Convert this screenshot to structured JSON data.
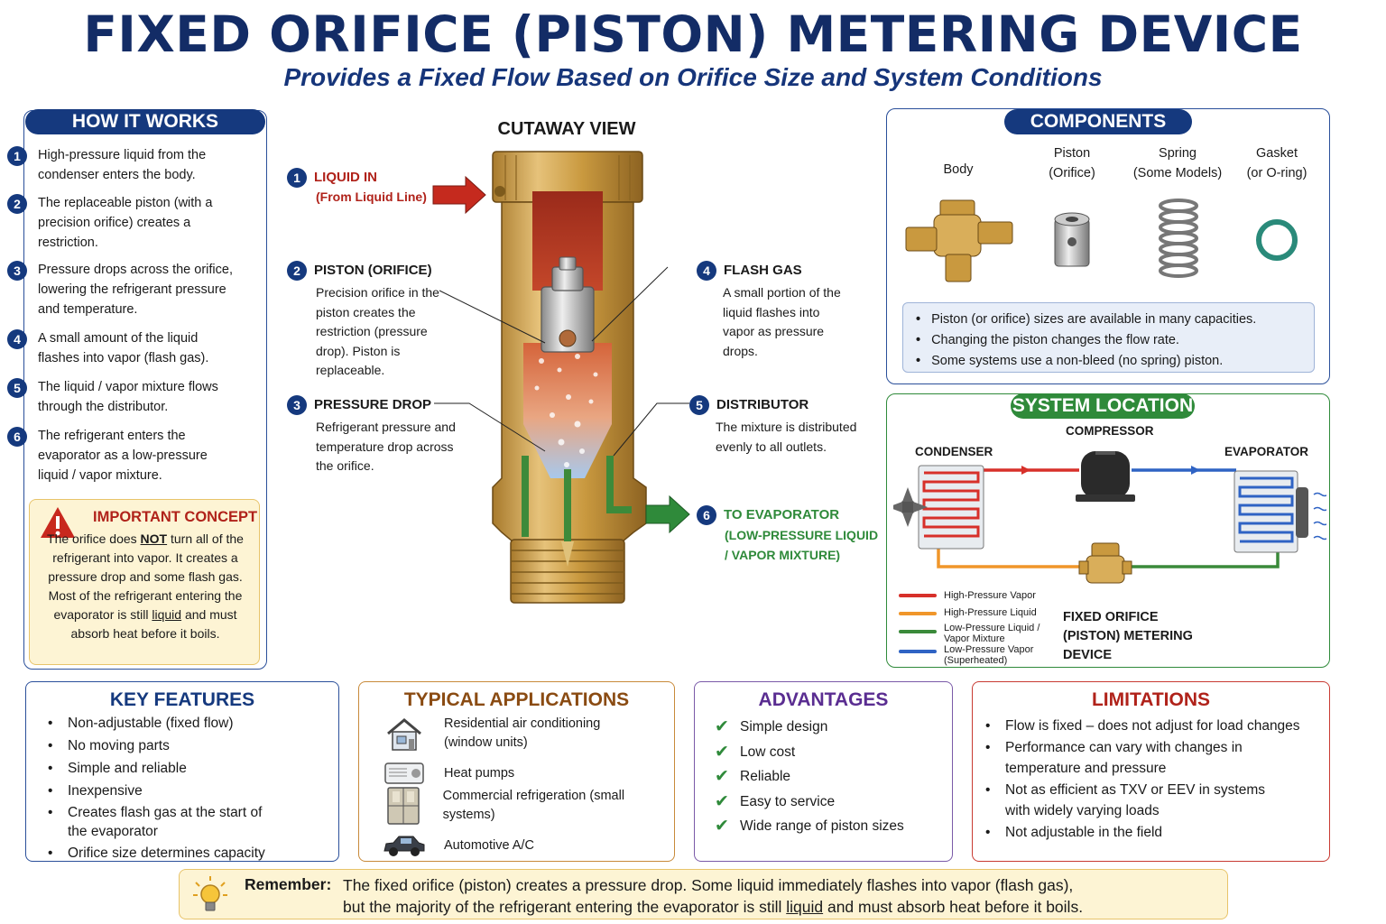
{
  "header": {
    "title": "FIXED ORIFICE (PISTON) METERING DEVICE",
    "subtitle": "Provides a Fixed Flow Based on Orifice Size and System Conditions"
  },
  "how_it_works": {
    "title": "HOW IT WORKS",
    "steps": [
      {
        "num": "1",
        "text": "High-pressure liquid from the condenser enters the body."
      },
      {
        "num": "2",
        "text": "The replaceable piston (with a precision orifice) creates a restriction."
      },
      {
        "num": "3",
        "text": "Pressure drops across the orifice, lowering the refrigerant pressure and temperature."
      },
      {
        "num": "4",
        "text": "A small amount of the liquid flashes into vapor (flash gas)."
      },
      {
        "num": "5",
        "text": "The liquid / vapor mixture flows through the distributor."
      },
      {
        "num": "6",
        "text": "The refrigerant enters the evaporator as a low-pressure liquid / vapor mixture."
      }
    ],
    "concept": {
      "title": "IMPORTANT CONCEPT",
      "t1": "The orifice does ",
      "t_not": "NOT",
      "t2": " turn all of the refrigerant into vapor. It creates a pressure drop and some flash gas. Most of the refrigerant entering the evaporator is still ",
      "t_liquid": "liquid",
      "t3": " and must absorb heat before it boils."
    }
  },
  "cutaway": {
    "title": "CUTAWAY VIEW",
    "callouts": [
      {
        "num": "1",
        "head": "LIQUID IN",
        "body": "(From Liquid Line)"
      },
      {
        "num": "2",
        "head": "PISTON (ORIFICE)",
        "body": "Precision orifice in the piston creates the restriction (pressure drop). Piston is replaceable."
      },
      {
        "num": "3",
        "head": "PRESSURE DROP",
        "body": "Refrigerant pressure and temperature drop across the orifice."
      },
      {
        "num": "4",
        "head": "FLASH GAS",
        "body": "A small portion of the liquid flashes into vapor as pressure drops."
      },
      {
        "num": "5",
        "head": "DISTRIBUTOR",
        "body": "The mixture is distributed evenly to all outlets."
      },
      {
        "num": "6",
        "head": "TO EVAPORATOR",
        "body": "(LOW-PRESSURE LIQUID / VAPOR MIXTURE)"
      }
    ]
  },
  "components": {
    "title": "COMPONENTS",
    "items": [
      {
        "name": "Body",
        "sub": ""
      },
      {
        "name": "Piston",
        "sub": "(Orifice)"
      },
      {
        "name": "Spring",
        "sub": "(Some Models)"
      },
      {
        "name": "Gasket",
        "sub": "(or O-ring)"
      }
    ],
    "notes": [
      "Piston (or orifice) sizes are available in many capacities.",
      "Changing the piston changes the flow rate.",
      "Some systems use a non-bleed (no spring) piston."
    ]
  },
  "system_location": {
    "title": "SYSTEM LOCATION",
    "labels": {
      "condenser": "CONDENSER",
      "compressor": "COMPRESSOR",
      "evaporator": "EVAPORATOR",
      "device": "FIXED ORIFICE (PISTON) METERING DEVICE"
    },
    "legend": [
      {
        "label": "High-Pressure Vapor",
        "color": "#d7302a"
      },
      {
        "label": "High-Pressure Liquid",
        "color": "#f0962a"
      },
      {
        "label": "Low-Pressure Liquid / Vapor Mixture",
        "color": "#3a8a3a"
      },
      {
        "label": "Low-Pressure Vapor (Superheated)",
        "color": "#2f63c4"
      }
    ]
  },
  "key_features": {
    "title": "KEY FEATURES",
    "items": [
      "Non-adjustable (fixed flow)",
      "No moving parts",
      "Simple and reliable",
      "Inexpensive",
      "Creates flash gas at the start of the evaporator",
      "Orifice size determines capacity"
    ]
  },
  "applications": {
    "title": "TYPICAL APPLICATIONS",
    "items": [
      {
        "icon": "house-icon",
        "text": "Residential air conditioning (window units)"
      },
      {
        "icon": "heat-pump-icon",
        "text": "Heat pumps"
      },
      {
        "icon": "refrigerator-icon",
        "text": "Commercial refrigeration (small systems)"
      },
      {
        "icon": "car-icon",
        "text": "Automotive A/C"
      }
    ]
  },
  "advantages": {
    "title": "ADVANTAGES",
    "items": [
      "Simple design",
      "Low cost",
      "Reliable",
      "Easy to service",
      "Wide range of piston sizes"
    ]
  },
  "limitations": {
    "title": "LIMITATIONS",
    "items": [
      "Flow is fixed – does not adjust for load changes",
      "Performance can vary with changes in temperature and pressure",
      "Not as efficient as TXV or EEV in systems with widely varying loads",
      "Not adjustable in the field"
    ]
  },
  "remember": {
    "label": "Remember:",
    "line1": "The fixed orifice (piston) creates a pressure drop. Some liquid immediately flashes into vapor (flash gas),",
    "line2a": "but the majority of the refrigerant entering the evaporator is still ",
    "line2_liquid": "liquid",
    "line2b": " and must absorb heat before it boils."
  },
  "colors": {
    "navy": "#15397e",
    "red": "#b0221a",
    "green": "#2f8a3a",
    "purple": "#5a2d91",
    "brown": "#8a4b12"
  }
}
